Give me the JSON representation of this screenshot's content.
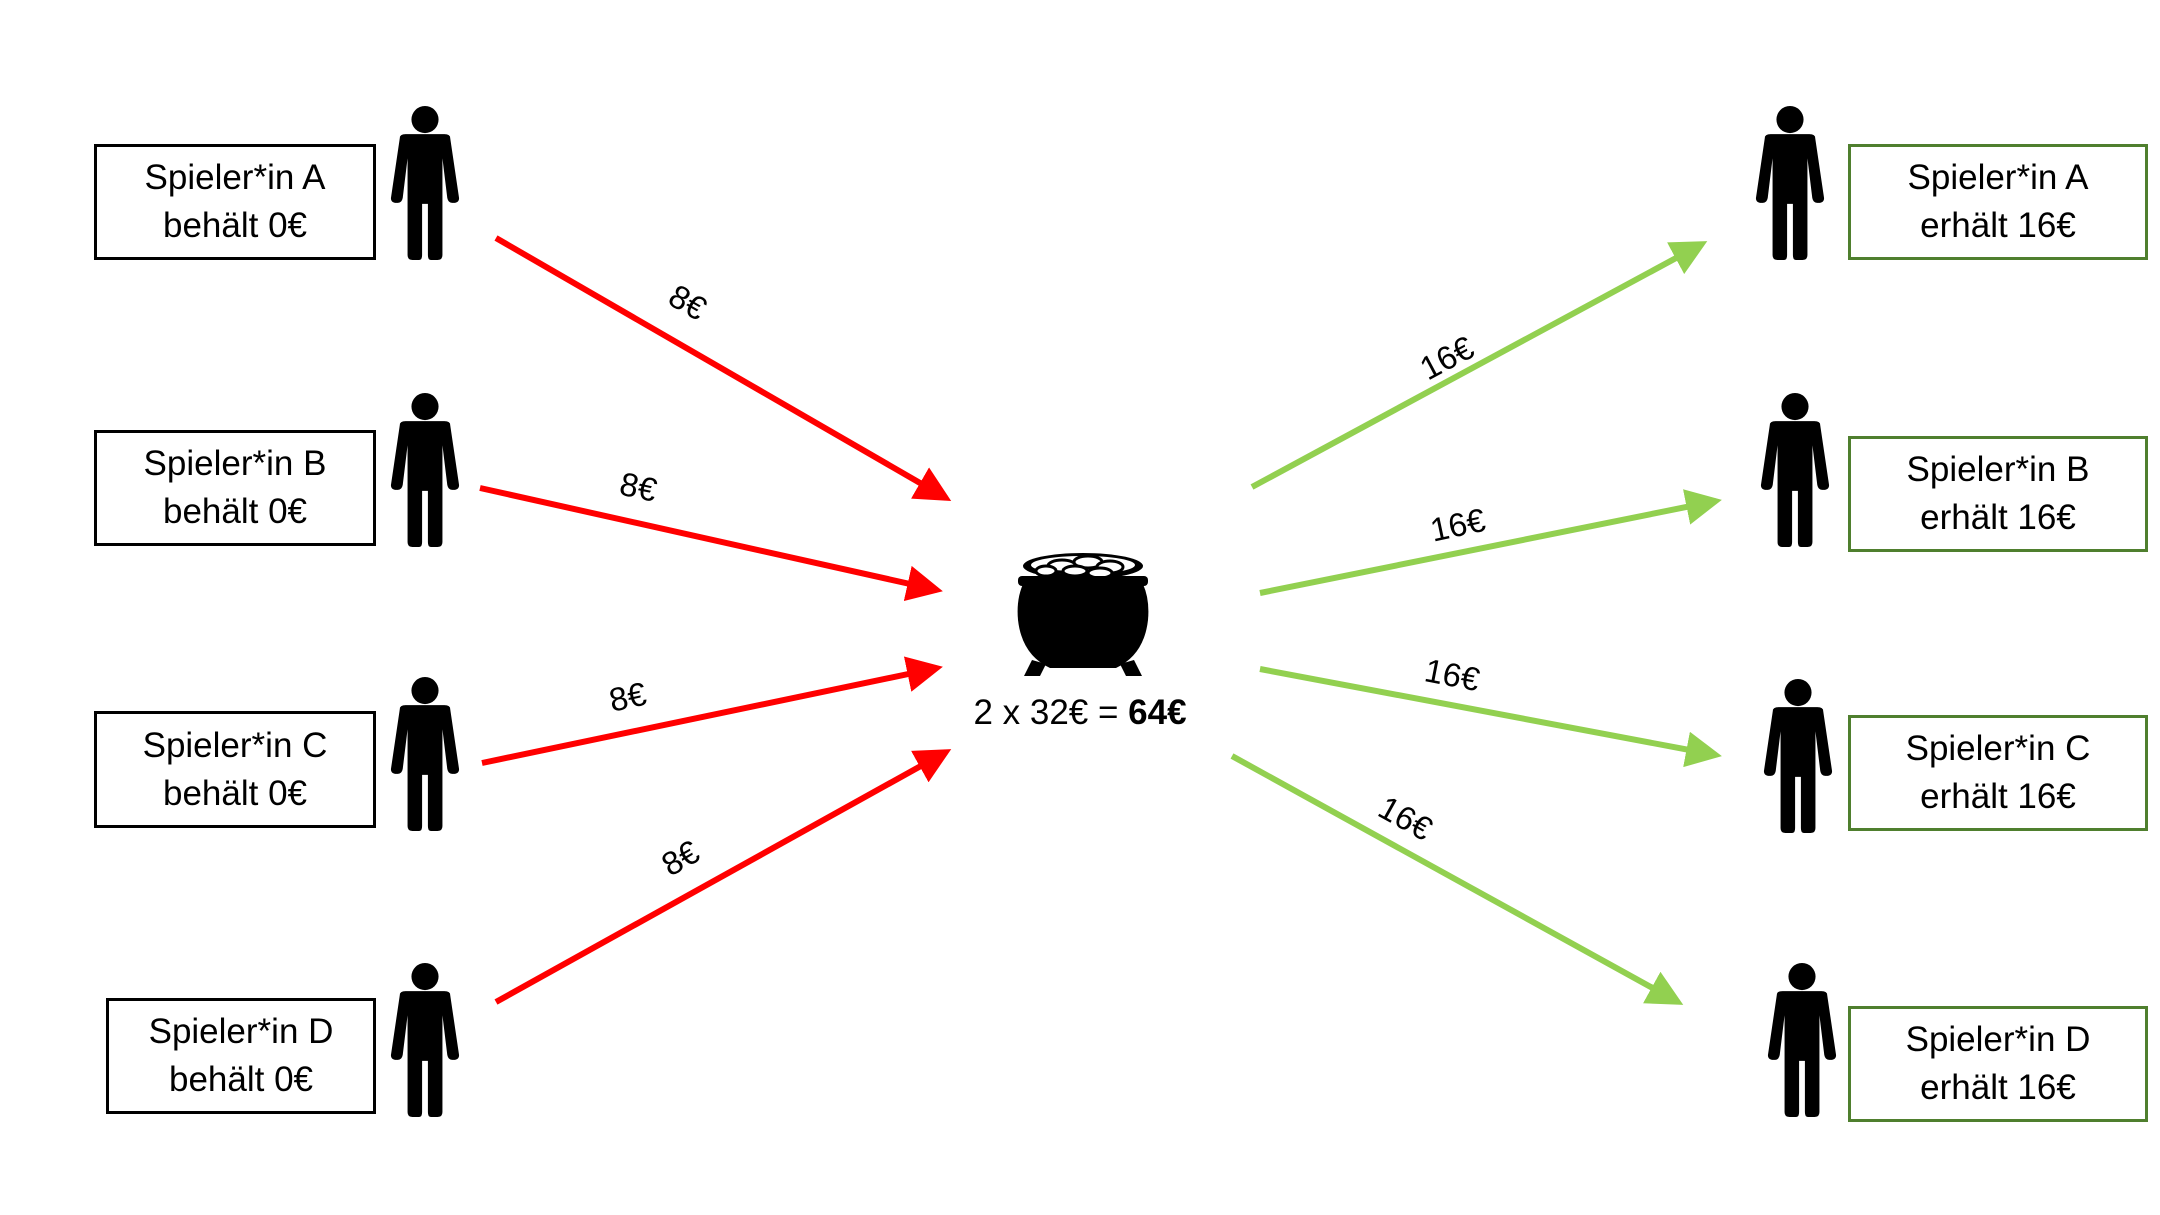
{
  "colors": {
    "contribution_arrow": "#ff0000",
    "payout_arrow": "#92d050",
    "left_box_border": "#000000",
    "right_box_border": "#4f7f2e",
    "icon": "#000000"
  },
  "icons": {
    "person": "person-icon",
    "pot": "pot-of-coins-icon"
  },
  "players_left": [
    {
      "line1": "Spieler*in A",
      "line2": "behält 0€",
      "contribution": "8€"
    },
    {
      "line1": "Spieler*in B",
      "line2": "behält 0€",
      "contribution": "8€"
    },
    {
      "line1": "Spieler*in C",
      "line2": "behält 0€",
      "contribution": "8€"
    },
    {
      "line1": "Spieler*in D",
      "line2": "behält 0€",
      "contribution": "8€"
    }
  ],
  "players_right": [
    {
      "line1": "Spieler*in A",
      "line2": "erhält 16€",
      "payout": "16€"
    },
    {
      "line1": "Spieler*in B",
      "line2": "erhält 16€",
      "payout": "16€"
    },
    {
      "line1": "Spieler*in C",
      "line2": "erhält 16€",
      "payout": "16€"
    },
    {
      "line1": "Spieler*in D",
      "line2": "erhält 16€",
      "payout": "16€"
    }
  ],
  "pot": {
    "formula": "2 x 32€ = ",
    "total": "64€"
  }
}
